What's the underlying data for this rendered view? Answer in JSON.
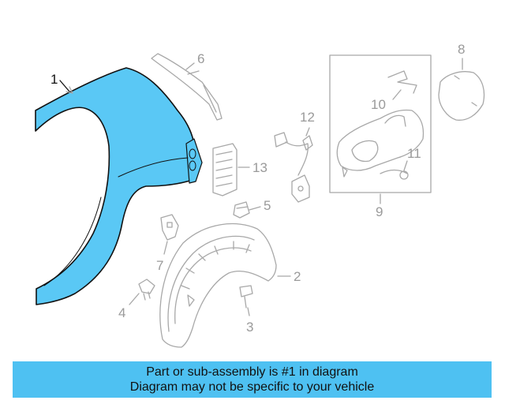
{
  "diagram": {
    "highlight_color": "#5ac8f5",
    "outline_color": "#a8a8a8",
    "callouts": [
      {
        "id": "1",
        "label": "1"
      },
      {
        "id": "2",
        "label": "2"
      },
      {
        "id": "3",
        "label": "3"
      },
      {
        "id": "4",
        "label": "4"
      },
      {
        "id": "5",
        "label": "5"
      },
      {
        "id": "6",
        "label": "6"
      },
      {
        "id": "7",
        "label": "7"
      },
      {
        "id": "8",
        "label": "8"
      },
      {
        "id": "9",
        "label": "9"
      },
      {
        "id": "10",
        "label": "10"
      },
      {
        "id": "11",
        "label": "11"
      },
      {
        "id": "12",
        "label": "12"
      },
      {
        "id": "13",
        "label": "13"
      }
    ]
  },
  "banner": {
    "line1": "Part or sub-assembly is #1 in diagram",
    "line2": "Diagram may not be specific to your vehicle",
    "background": "#4ec1f2"
  }
}
